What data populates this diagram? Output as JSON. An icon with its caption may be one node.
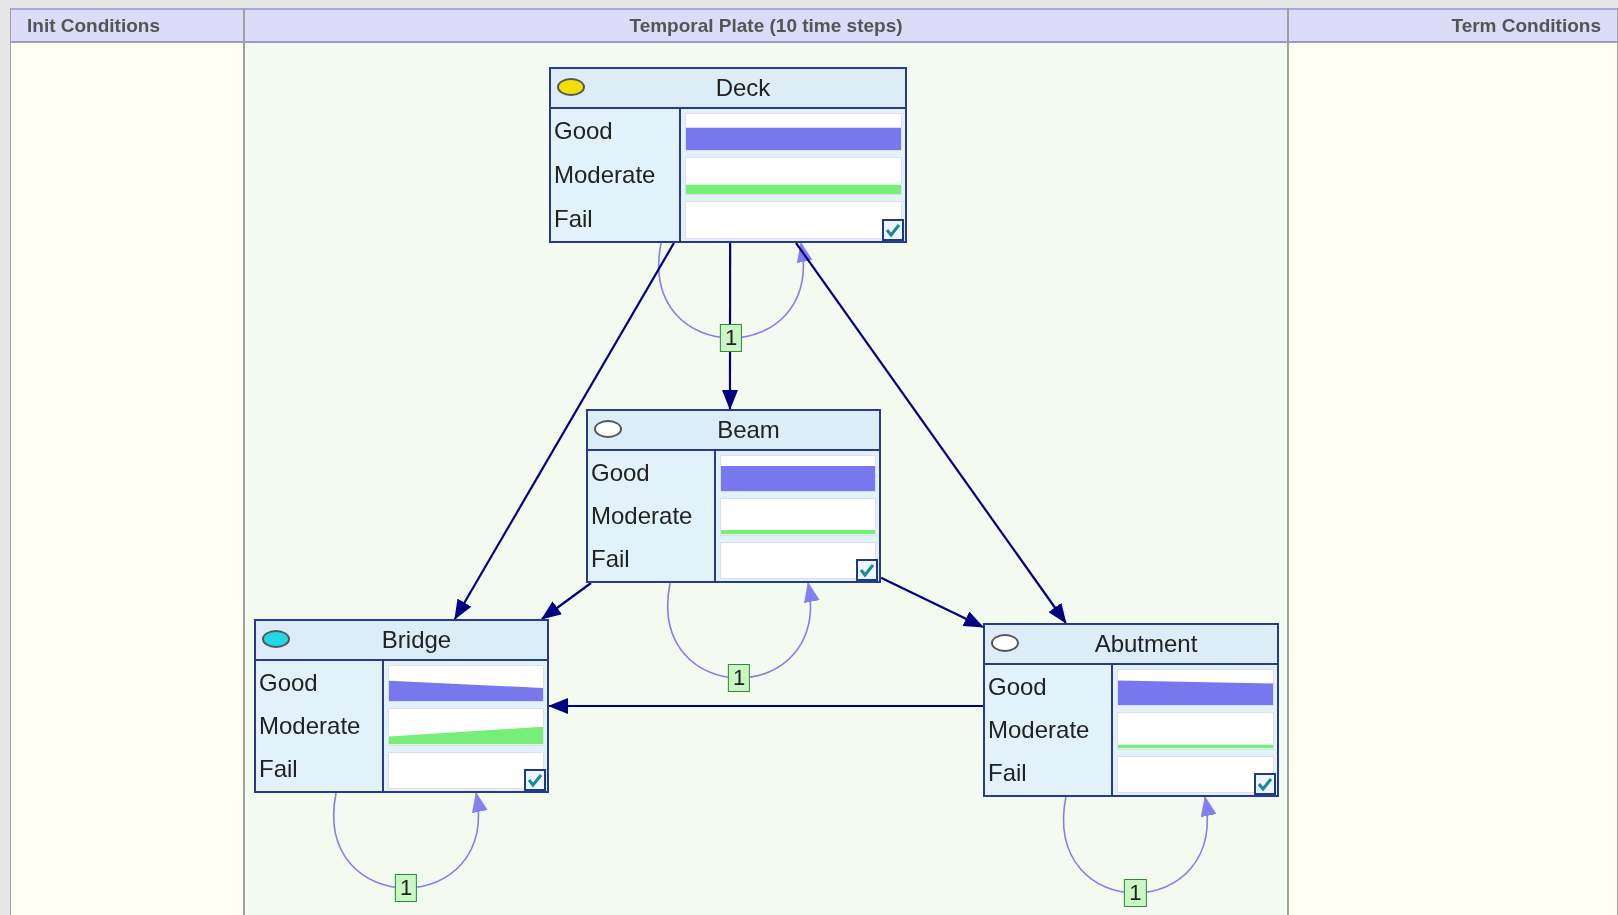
{
  "diagram": {
    "nodes": [
      {
        "text": [
          "Init Conditions"
        ]
      },
      {
        "text": [
          "Temporal Plate (10 time steps)"
        ]
      },
      {
        "text": [
          "Term Conditions"
        ]
      },
      {
        "text": [
          "Deck",
          "Good",
          "Moderate",
          "Fail"
        ],
        "in": 1
      },
      {
        "text": [
          "Beam",
          "Good",
          "Moderate",
          "Fail"
        ],
        "in": 1
      },
      {
        "text": [
          "Bridge",
          "Good",
          "Moderate",
          "Fail"
        ],
        "in": 1
      },
      {
        "text": [
          "Abutment",
          "Good",
          "Moderate",
          "Fail"
        ],
        "in": 1
      }
    ],
    "edges": [
      {
        "from": 3,
        "to": 3,
        "arrow": "to",
        "label": "1",
        "color": "#8080f0"
      },
      {
        "from": 3,
        "to": 4,
        "arrow": "to"
      },
      {
        "from": 3,
        "to": 5,
        "arrow": "to"
      },
      {
        "from": 3,
        "to": 6,
        "arrow": "to"
      },
      {
        "from": 4,
        "to": 5,
        "arrow": "to"
      },
      {
        "from": 4,
        "to": 6,
        "arrow": "to"
      },
      {
        "from": 4,
        "to": 4,
        "arrow": "to",
        "label": "1",
        "color": "#8080f0"
      },
      {
        "from": 6,
        "to": 5,
        "arrow": "to"
      },
      {
        "from": 5,
        "to": 5,
        "arrow": "to",
        "label": "1",
        "color": "#8080f0"
      },
      {
        "from": 6,
        "to": 6,
        "arrow": "to",
        "label": "1",
        "color": "#8080f0"
      }
    ]
  }
}
